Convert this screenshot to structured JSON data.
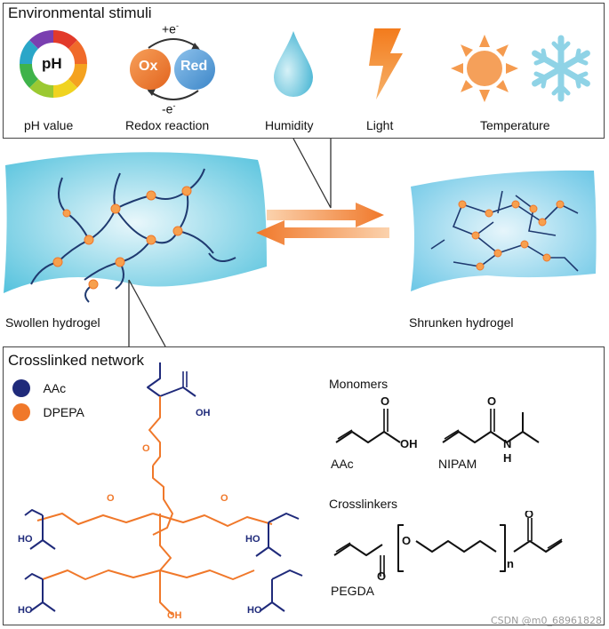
{
  "stimuli": {
    "title": "Environmental stimuli",
    "ph": {
      "icon_text": "pH",
      "label": "pH value"
    },
    "redox": {
      "ox": "Ox",
      "red": "Red",
      "plus_e": "+e",
      "minus_e": "-e",
      "sup": "-",
      "label": "Redox reaction"
    },
    "humidity": {
      "label": "Humidity"
    },
    "light": {
      "label": "Light"
    },
    "temperature": {
      "label": "Temperature"
    }
  },
  "hydrogels": {
    "swollen": "Swollen hydrogel",
    "shrunken": "Shrunken hydrogel"
  },
  "network": {
    "title": "Crosslinked network",
    "legend": [
      {
        "name": "AAc",
        "color": "#1f2a7a"
      },
      {
        "name": "DPEPA",
        "color": "#f0782a"
      }
    ],
    "atoms": {
      "oh": "OH",
      "ho": "HO",
      "o": "O",
      "n": "N",
      "h": "H"
    }
  },
  "monomers": {
    "title": "Monomers",
    "aac": "AAc",
    "nipam": "NIPAM"
  },
  "crosslinkers": {
    "title": "Crosslinkers",
    "pegda": "PEGDA",
    "n": "n"
  },
  "colors": {
    "blue": "#1f2a7a",
    "orange": "#f0782a",
    "gel": "#5cc6e0",
    "arrow": "#f0782a"
  },
  "watermark": "CSDN @m0_68961828"
}
